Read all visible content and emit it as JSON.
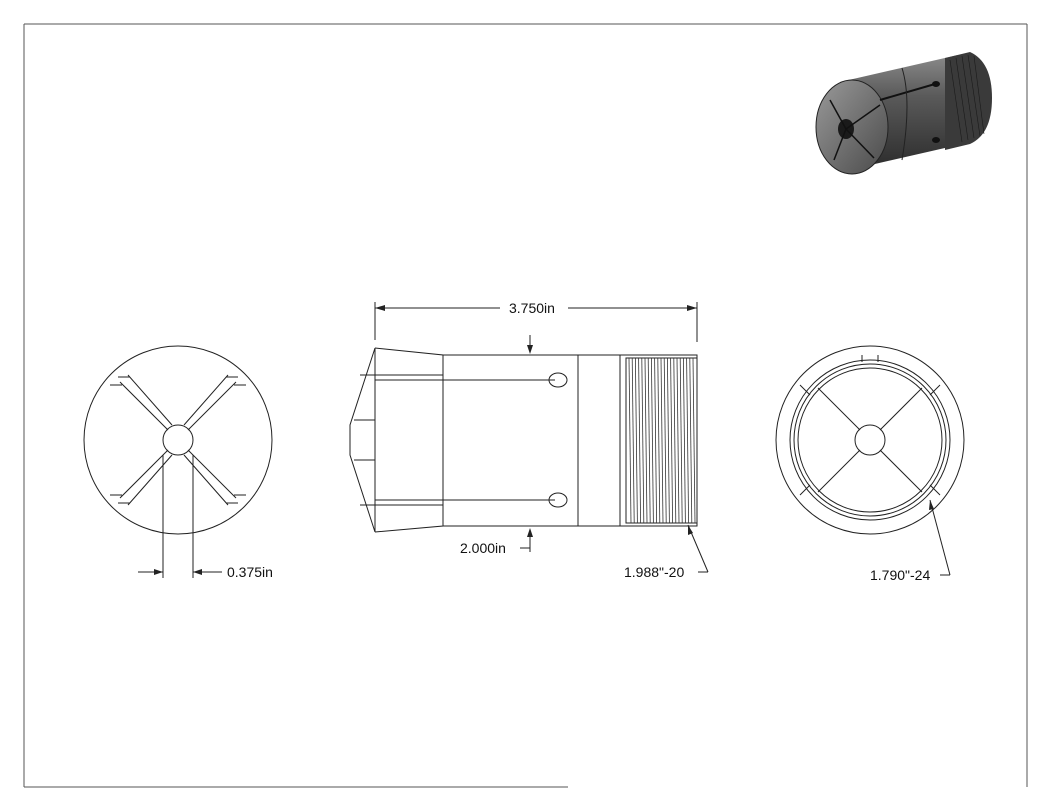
{
  "dimensions": {
    "overall_length": "3.750in",
    "body_diameter": "2.000in",
    "bore_diameter": "0.375in",
    "rear_thread": "1.988\"-20",
    "inner_thread": "1.790\"-24"
  },
  "colors": {
    "line": "#222222",
    "frame": "#555555",
    "shade_dark": "#2a2a2a",
    "shade_mid": "#5a5a5a",
    "shade_light": "#8a8a8a"
  }
}
